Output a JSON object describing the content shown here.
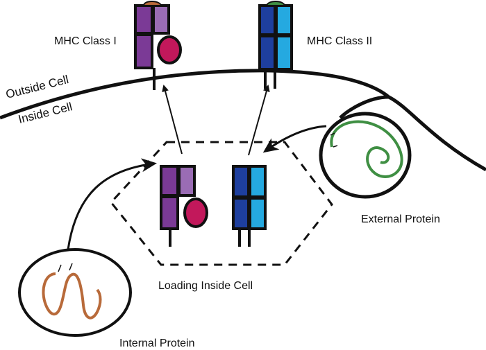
{
  "labels": {
    "mhc1": "MHC Class I",
    "mhc2": "MHC Class II",
    "outside": "Outside Cell",
    "inside": "Inside Cell",
    "loading": "Loading Inside Cell",
    "external": "External Protein",
    "internal": "Internal Protein"
  },
  "colors": {
    "mhc1_dark": "#7b3a96",
    "mhc1_light": "#9a6cb4",
    "mhc1_peptide_slot": "#c2185b",
    "mhc2_dark": "#1e3f9e",
    "mhc2_light": "#25a9e0",
    "peptide_top_1": "#b86a3a",
    "peptide_top_2": "#3f8f43",
    "external_protein": "#3f8f43",
    "internal_protein": "#b86a3a",
    "outline": "#111111"
  }
}
